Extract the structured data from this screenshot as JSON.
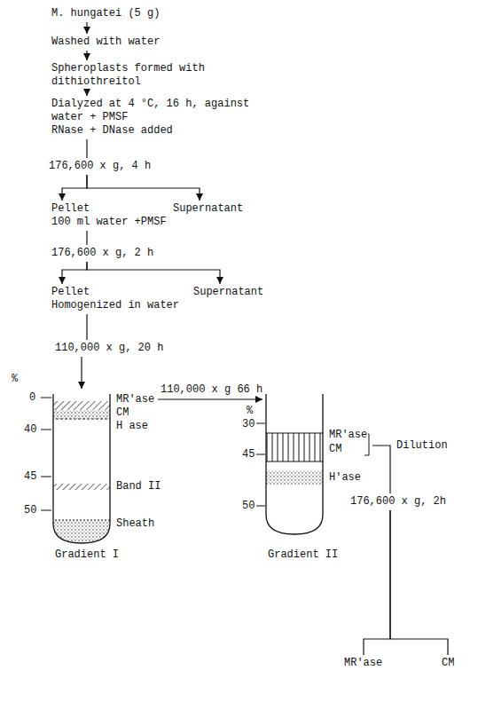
{
  "diagram": {
    "nodes": [
      {
        "text": [
          "M. hungatei (5 g)"
        ]
      },
      {
        "text": [
          "Washed with water"
        ]
      },
      {
        "text": [
          "Spheroplasts formed with dithiothreitol"
        ]
      },
      {
        "text": [
          "Dialyzed at 4 °C, 16 h, against water + PMSF",
          "RNase + DNase added"
        ]
      },
      {
        "text": [
          "176,600 x g, 4 h"
        ]
      },
      {
        "text": [
          "Pellet",
          "100 ml water +PMSF"
        ]
      },
      {
        "text": [
          "Supernatant"
        ]
      },
      {
        "text": [
          "176,600 x g, 2 h"
        ]
      },
      {
        "text": [
          "Pellet",
          "Homogenized in water"
        ]
      },
      {
        "text": [
          "Supernatant"
        ]
      },
      {
        "text": [
          "110,000 x g, 20 h"
        ]
      },
      {
        "text": [
          "Gradient I"
        ]
      },
      {
        "text": [
          "Gradient II"
        ]
      },
      {
        "text": [
          "176,600 x g, 2h"
        ]
      },
      {
        "text": [
          "MR'ase"
        ]
      },
      {
        "text": [
          "CM"
        ]
      }
    ],
    "edges": [
      {
        "from": 0,
        "to": 1,
        "arrow": "to"
      },
      {
        "from": 1,
        "to": 2,
        "arrow": "to"
      },
      {
        "from": 2,
        "to": 3,
        "arrow": "to"
      },
      {
        "from": 3,
        "to": 4,
        "arrow": "none"
      },
      {
        "from": 4,
        "to": 5,
        "arrow": "to"
      },
      {
        "from": 4,
        "to": 6,
        "arrow": "to"
      },
      {
        "from": 5,
        "to": 7,
        "arrow": "none"
      },
      {
        "from": 7,
        "to": 8,
        "arrow": "to"
      },
      {
        "from": 7,
        "to": 9,
        "arrow": "to"
      },
      {
        "from": 8,
        "to": 10,
        "arrow": "none"
      },
      {
        "from": 10,
        "to": 11,
        "arrow": "to"
      },
      {
        "from": 11,
        "to": 12,
        "label": "110,000 x g 66 h",
        "arrow": "to"
      },
      {
        "from": 12,
        "to": 13,
        "label": "Dilution",
        "arrow": "none"
      },
      {
        "from": 13,
        "to": 14,
        "arrow": "none"
      },
      {
        "from": 13,
        "to": 15,
        "arrow": "none"
      }
    ],
    "labels": [
      "%",
      "0",
      "40",
      "45",
      "50",
      "MR'ase",
      "CM",
      "H ase",
      "Band II",
      "Sheath",
      "%",
      "30",
      "45",
      "50",
      "MR'ase",
      "CM",
      "H'ase"
    ]
  }
}
